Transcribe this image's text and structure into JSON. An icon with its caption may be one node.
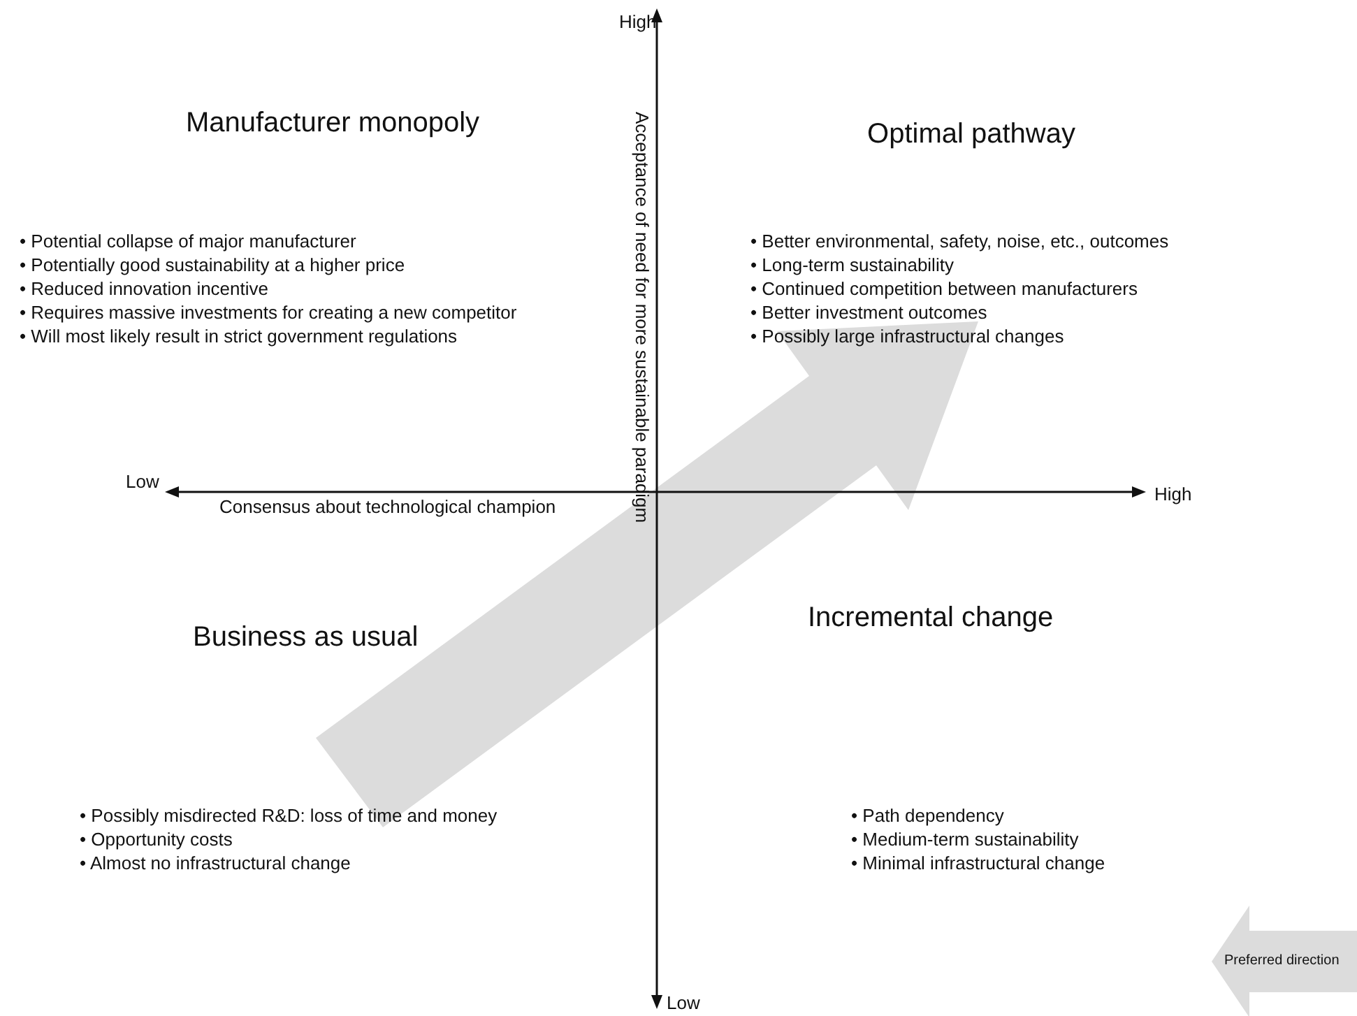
{
  "diagram": {
    "labels": [
      "High",
      "Manufacturer monopoly",
      "Optimal pathway",
      "• Potential collapse of major manufacturer",
      "• Potentially good sustainability at a higher price",
      "• Reduced innovation incentive",
      "• Requires massive investments for creating a new competitor",
      "• Will most likely result in strict government regulations",
      "Acceptance of need for more sustainable paradigm",
      "• Better environmental, safety, noise, etc., outcomes",
      "• Long-term sustainability",
      "• Continued competition between manufacturers",
      "• Better investment outcomes",
      "• Possibly large infrastructural changes",
      "Low",
      "Consensus about technological champion",
      "High",
      "Business as usual",
      "Incremental change",
      "• Possibly misdirected R&D: loss of time and money",
      "• Opportunity costs",
      "• Almost no infrastructural change",
      "• Path dependency",
      "• Medium-term sustainability",
      "• Minimal infrastructural change",
      "Low"
    ],
    "legend": [
      {
        "text": "Preferred direction"
      }
    ]
  }
}
